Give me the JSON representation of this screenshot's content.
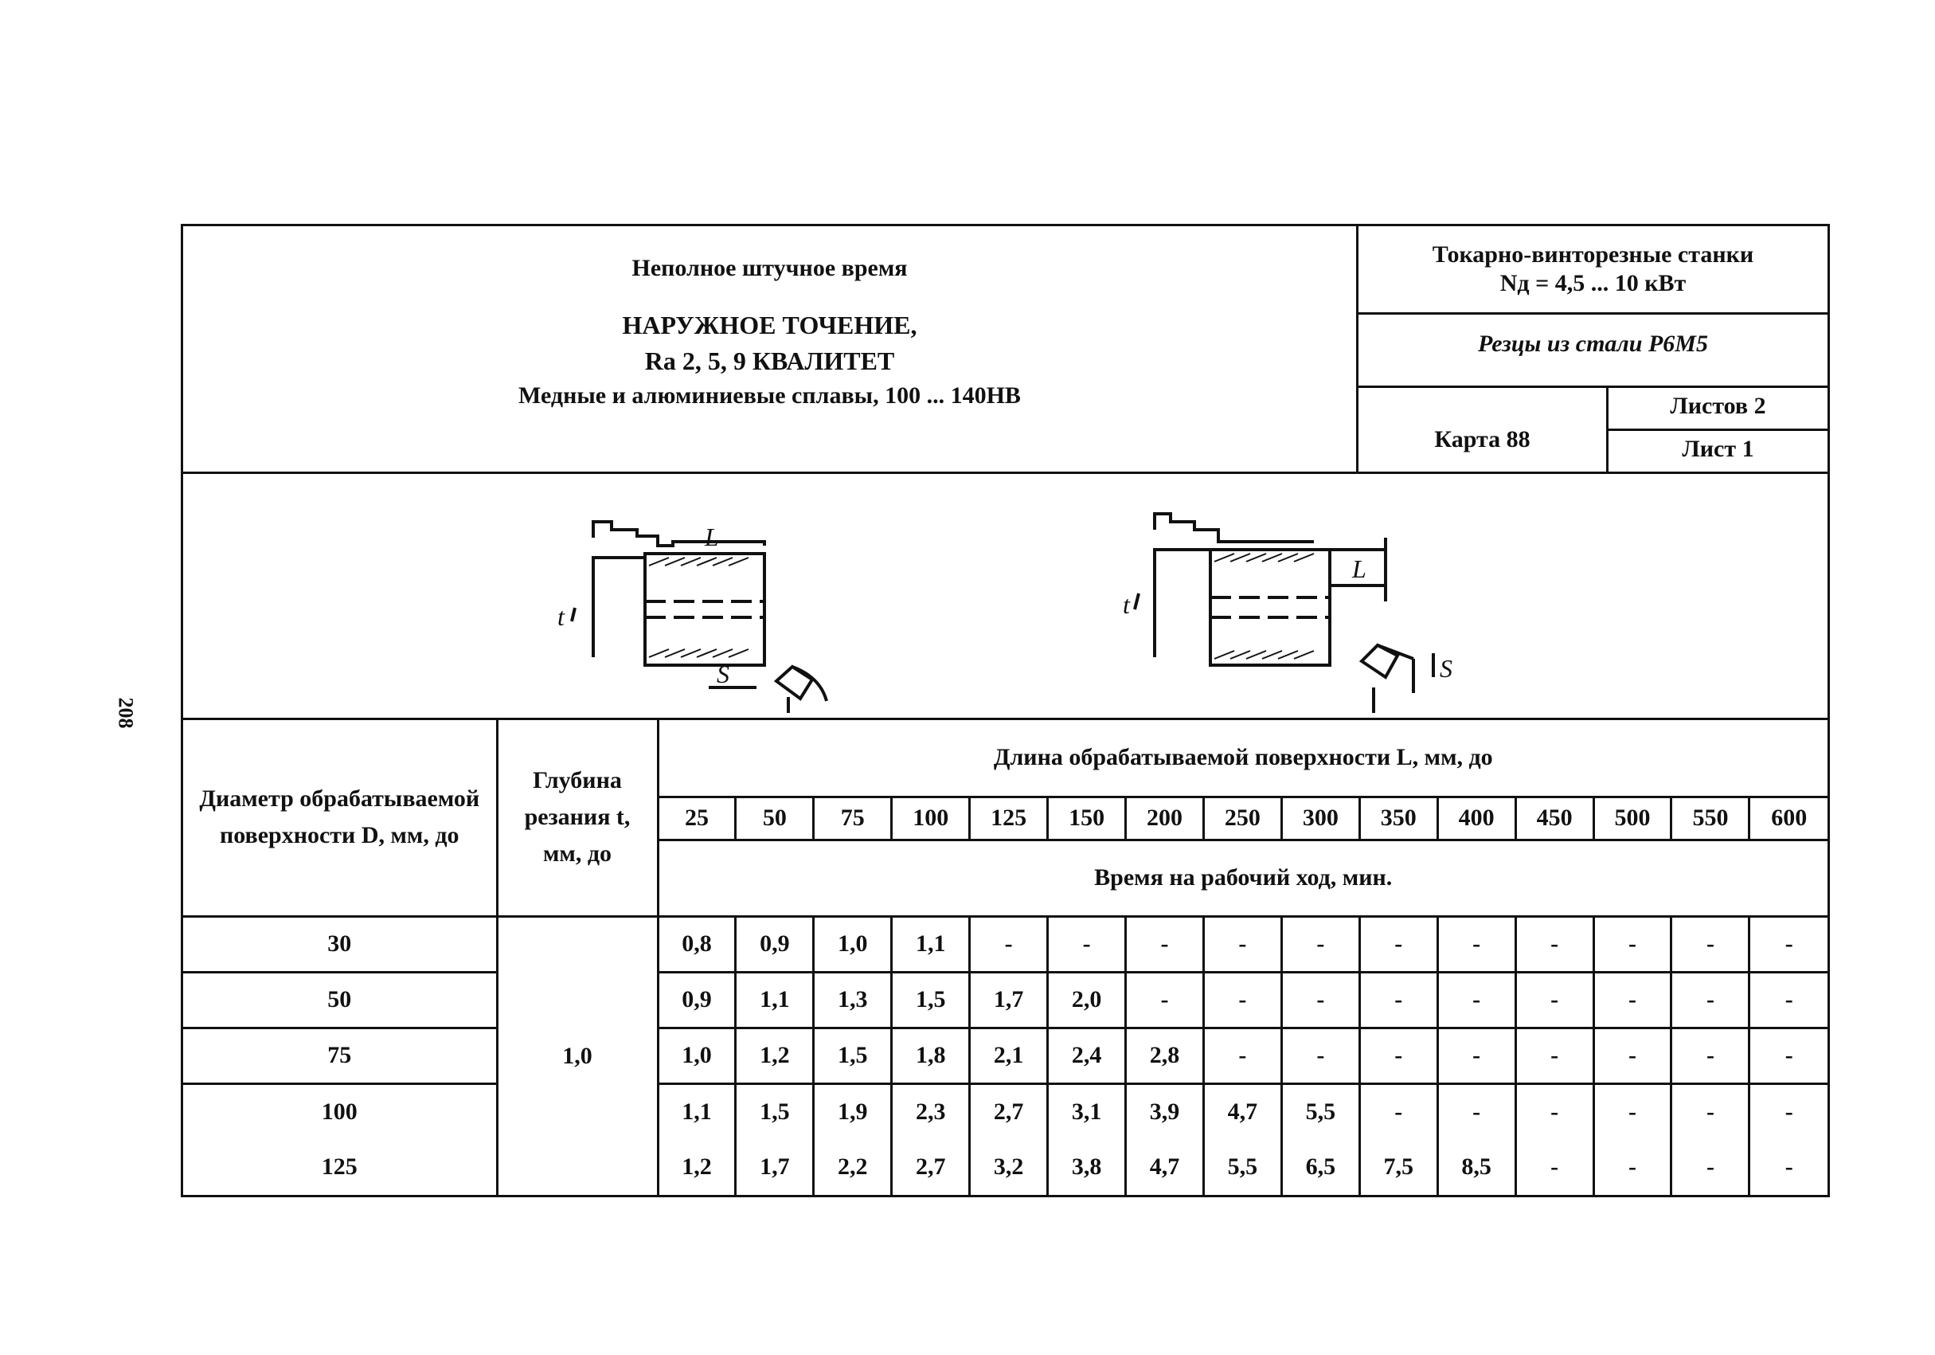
{
  "page_number": "208",
  "header": {
    "line1": "Неполное штучное время",
    "line2": "НАРУЖНОЕ ТОЧЕНИЕ,",
    "line3": "Ra 2, 5, 9 КВАЛИТЕТ",
    "line4": "Медные и алюминиевые сплавы, 100 ... 140НВ",
    "machine_line1": "Токарно-винторезные станки",
    "machine_line2": "Nд = 4,5 ... 10 кВт",
    "tool": "Резцы из стали Р6М5",
    "card": "Карта 88",
    "sheets_total": "Листов 2",
    "sheet": "Лист 1"
  },
  "sketch": {
    "left_label_l": "L",
    "left_label_t": "t",
    "left_label_s": "S",
    "right_label_l": "L",
    "right_label_t": "t",
    "right_label_s": "S"
  },
  "table": {
    "col_diameter": "Диаметр обрабатываемой поверхности D, мм, до",
    "col_depth": "Глубина резания t, мм, до",
    "length_header": "Длина обрабатываемой поверхности L, мм, до",
    "time_header": "Время на рабочий ход, мин.",
    "lengths": [
      "25",
      "50",
      "75",
      "100",
      "125",
      "150",
      "200",
      "250",
      "300",
      "350",
      "400",
      "450",
      "500",
      "550",
      "600"
    ],
    "depth": "1,0",
    "rows": [
      {
        "d": "30",
        "v": [
          "0,8",
          "0,9",
          "1,0",
          "1,1",
          "-",
          "-",
          "-",
          "-",
          "-",
          "-",
          "-",
          "-",
          "-",
          "-",
          "-"
        ]
      },
      {
        "d": "50",
        "v": [
          "0,9",
          "1,1",
          "1,3",
          "1,5",
          "1,7",
          "2,0",
          "-",
          "-",
          "-",
          "-",
          "-",
          "-",
          "-",
          "-",
          "-"
        ]
      },
      {
        "d": "75",
        "v": [
          "1,0",
          "1,2",
          "1,5",
          "1,8",
          "2,1",
          "2,4",
          "2,8",
          "-",
          "-",
          "-",
          "-",
          "-",
          "-",
          "-",
          "-"
        ]
      },
      {
        "d": "100",
        "v": [
          "1,1",
          "1,5",
          "1,9",
          "2,3",
          "2,7",
          "3,1",
          "3,9",
          "4,7",
          "5,5",
          "-",
          "-",
          "-",
          "-",
          "-",
          "-"
        ]
      },
      {
        "d": "125",
        "v": [
          "1,2",
          "1,7",
          "2,2",
          "2,7",
          "3,2",
          "3,8",
          "4,7",
          "5,5",
          "6,5",
          "7,5",
          "8,5",
          "-",
          "-",
          "-",
          "-"
        ]
      }
    ]
  }
}
